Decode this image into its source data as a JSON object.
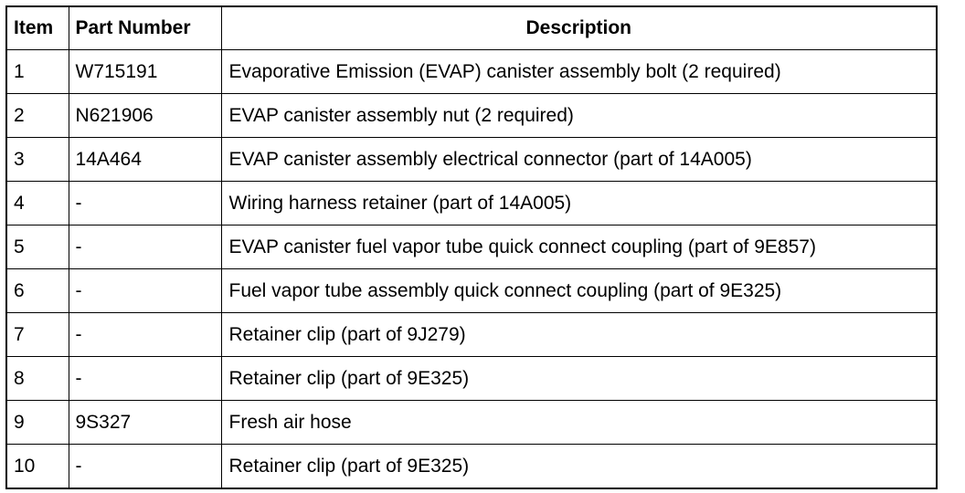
{
  "table": {
    "headers": {
      "item": "Item",
      "part_number": "Part Number",
      "description": "Description"
    },
    "rows": [
      {
        "item": "1",
        "part_number": "W715191",
        "description": "Evaporative Emission (EVAP) canister assembly bolt (2 required)"
      },
      {
        "item": "2",
        "part_number": "N621906",
        "description": "EVAP canister assembly nut (2 required)"
      },
      {
        "item": "3",
        "part_number": "14A464",
        "description": "EVAP canister assembly electrical connector (part of 14A005)"
      },
      {
        "item": "4",
        "part_number": "-",
        "description": "Wiring harness retainer (part of 14A005)"
      },
      {
        "item": "5",
        "part_number": "-",
        "description": "EVAP canister fuel vapor tube quick connect coupling (part of 9E857)"
      },
      {
        "item": "6",
        "part_number": "-",
        "description": "Fuel vapor tube assembly quick connect coupling (part of 9E325)"
      },
      {
        "item": "7",
        "part_number": "-",
        "description": "Retainer clip (part of 9J279)"
      },
      {
        "item": "8",
        "part_number": "-",
        "description": "Retainer clip (part of 9E325)"
      },
      {
        "item": "9",
        "part_number": "9S327",
        "description": "Fresh air hose"
      },
      {
        "item": "10",
        "part_number": "-",
        "description": "Retainer clip (part of 9E325)"
      }
    ]
  }
}
